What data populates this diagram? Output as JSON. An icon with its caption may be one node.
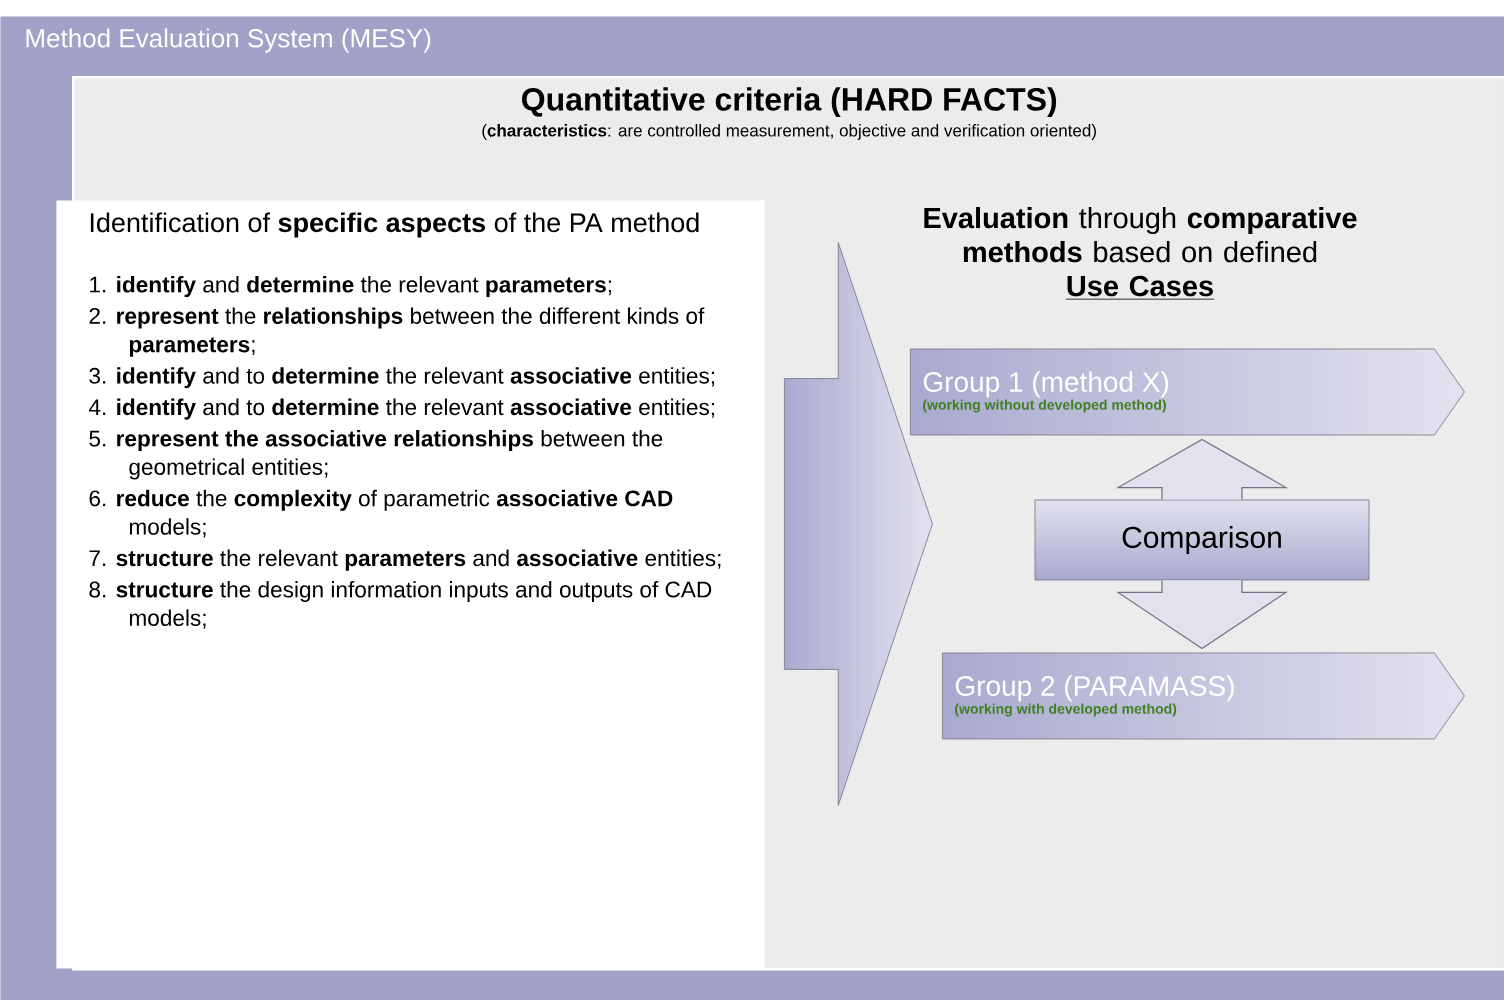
{
  "diagram": {
    "nodes": [
      {
        "text": [
          "Method Evaluation System (MESY)"
        ]
      },
      {
        "text": [
          "Quantitative criteria (HARD FACTS)",
          "(**characteristics**: are controlled measurement, objective and verification oriented)"
        ],
        "in": 0
      },
      {
        "text": [
          "Identification of **specific aspects** of the PA method",
          "1. **identify** and **determine** the relevant **parameters**;",
          "2. **represent** the **relationships** between the different kinds of **parameters**;",
          "3. **identify** and to **determine** the relevant **associative** entities;",
          "4. **identify** and to **determine** the relevant **associative** entities;",
          "5. **represent the associative relationships** between the geometrical entities;",
          "6. **reduce** the **complexity** of parametric **associative CAD** models;",
          "7. **structure** the relevant **parameters** and **associative** entities;",
          "8. **structure** the design information inputs and outputs of CAD models;"
        ],
        "in": 1
      },
      {
        "text": [],
        "shape": "arrow",
        "in": 1
      },
      {
        "text": [
          "**Evaluation** through **comparative methods** based on defined",
          "Use Cases"
        ],
        "in": 1
      },
      {
        "text": [
          "Group 1 (method X)",
          "(working without developed method)"
        ],
        "in": 1
      },
      {
        "text": [
          "Comparison"
        ],
        "in": 1
      },
      {
        "text": [
          "Group 2 (PARAMASS)",
          "(working with developed method)"
        ],
        "in": 1
      }
    ],
    "edges": [
      {
        "from": 6,
        "to": 5,
        "arrow": "to"
      },
      {
        "from": 6,
        "to": 7,
        "arrow": "to"
      }
    ]
  }
}
